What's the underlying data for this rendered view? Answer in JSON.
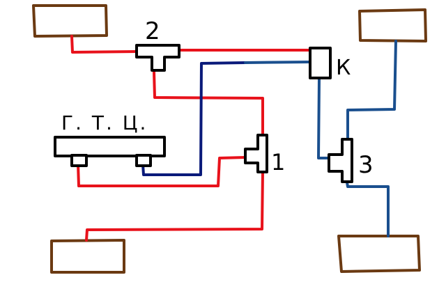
{
  "labels": {
    "master_cylinder": "Г. Т. Ц.",
    "valve_2": "2",
    "valve_1": "1",
    "valve_3": "3",
    "unit_k": "К"
  },
  "colors": {
    "wheel_border": "#6b3a12",
    "wheel_fill": "#ffffff",
    "red_line": "#e8121b",
    "navy_line": "#0a1a7a",
    "blue_line": "#1a4f8e",
    "component_stroke": "#000000",
    "label_color": "#000000",
    "background": "#ffffff"
  }
}
